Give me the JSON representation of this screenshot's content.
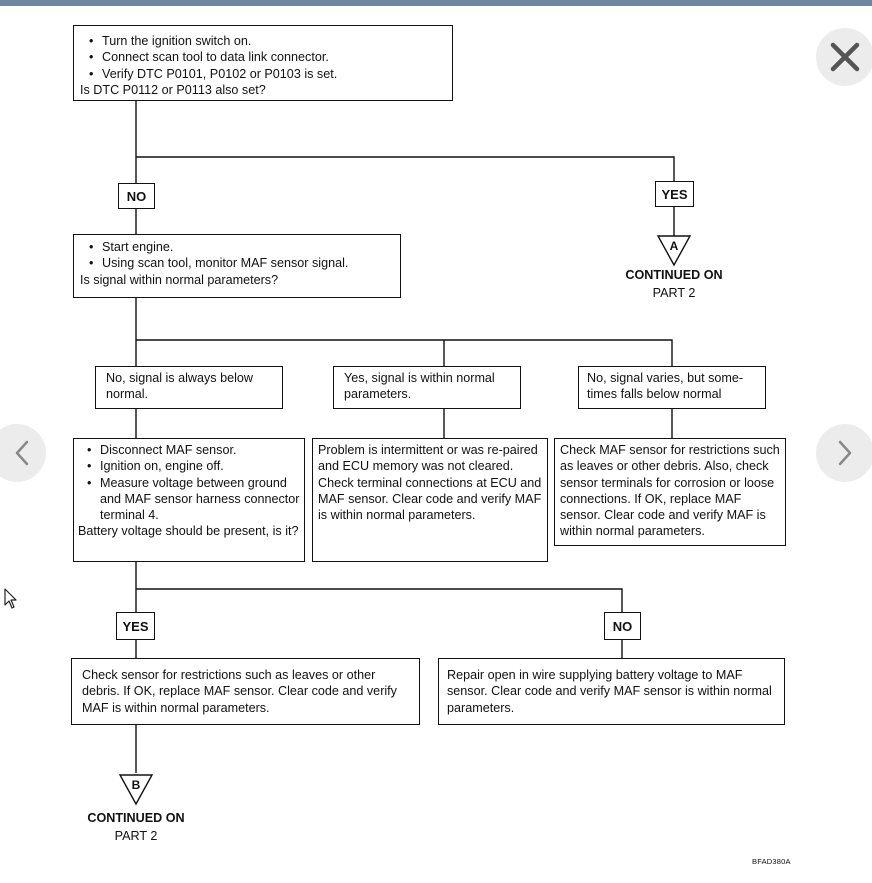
{
  "viewer": {
    "close_icon": "close-icon",
    "prev_icon": "chevron-left-icon",
    "next_icon": "chevron-right-icon",
    "cursor_icon": "cursor-arrow-icon"
  },
  "flowchart": {
    "start": {
      "bullets": [
        "Turn the ignition switch on.",
        "Connect scan tool to data link connector.",
        "Verify DTC P0101, P0102 or P0103 is set."
      ],
      "question": "Is DTC P0112 or P0113 also set?"
    },
    "labels": {
      "no_1": "NO",
      "yes_1": "YES",
      "yes_2": "YES",
      "no_2": "NO"
    },
    "continued_a": {
      "marker": "A",
      "line1": "CONTINUED ON",
      "line2": "PART 2"
    },
    "engine": {
      "bullets": [
        "Start engine.",
        "Using scan tool, monitor MAF sensor signal."
      ],
      "question": "Is signal within normal parameters?"
    },
    "branches": {
      "below": "No, signal is always below normal.",
      "within": "Yes, signal is within normal parameters.",
      "varies": "No, signal varies, but some-times falls below normal"
    },
    "disconnect": {
      "bullets": [
        "Disconnect MAF sensor.",
        "Ignition on, engine off.",
        "Measure voltage between ground and MAF sensor harness connector terminal 4."
      ],
      "question": "Battery voltage should be present, is it?"
    },
    "intermittent": "Problem is intermittent or was re-paired and ECU memory was not cleared. Check terminal connections at ECU and MAF sensor. Clear code and verify MAF is within normal parameters.",
    "check_restrictions": "Check MAF sensor for restrictions such as leaves or other debris. Also, check sensor terminals for corrosion or loose connections. If OK, replace MAF sensor. Clear code and verify MAF is within normal parameters.",
    "yes_action": "Check sensor for restrictions such as leaves or other debris. If OK, replace MAF sensor. Clear code and verify MAF is within normal parameters.",
    "no_action": "Repair open in wire supplying battery voltage to MAF sensor. Clear code and verify MAF sensor is within normal parameters.",
    "continued_b": {
      "marker": "B",
      "line1": "CONTINUED ON",
      "line2": "PART 2"
    },
    "figure_ref": "BFAD380A"
  }
}
